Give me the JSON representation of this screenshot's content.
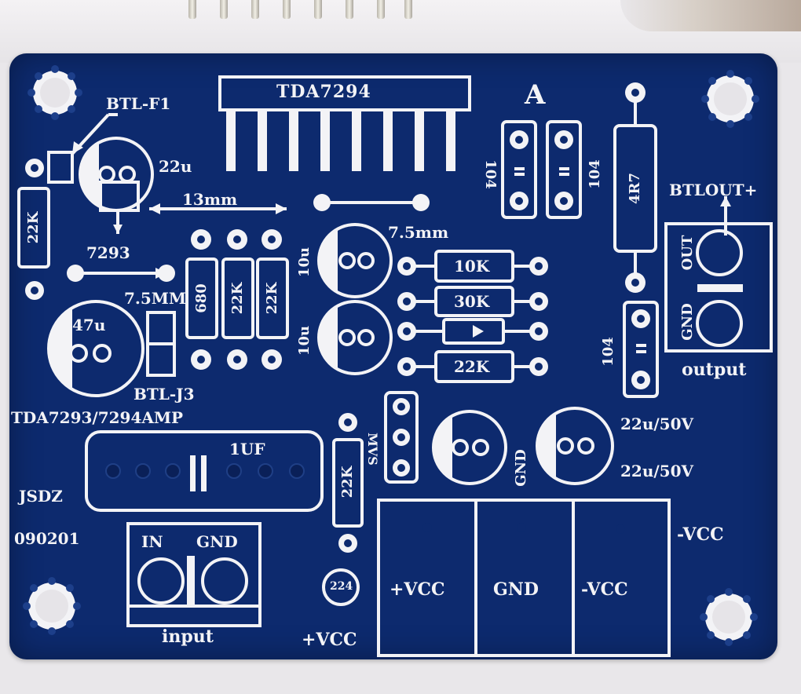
{
  "board": {
    "chip_label": "TDA7294",
    "board_letter": "A",
    "labels": {
      "btl_f1": "BTL-F1",
      "cap_22u": "22u",
      "dist_13mm": "13mm",
      "dist_75mm": "7.5mm",
      "chip_7293": "7293",
      "dist_75MM": "7.5MM",
      "cap_47u": "47u",
      "btl_j3": "BTL-J3",
      "amp_name": "TDA7293/7294AMP",
      "cap_1uf": "1UF",
      "maker": "JSDZ",
      "date": "090201",
      "input_in": "IN",
      "input_gnd": "GND",
      "input_caption": "input",
      "vcc_bottom": "+VCC",
      "res_680": "680",
      "res_22k_a": "22K",
      "res_22k_b": "22K",
      "res_22k_left": "22K",
      "cap_10u_a": "10u",
      "cap_10u_b": "10u",
      "res_10k": "10K",
      "res_30k": "30K",
      "res_22k_right": "22K",
      "cap_104_a": "104",
      "cap_104_b": "104",
      "cap_104_c": "104",
      "res_4r7": "4R7",
      "btlout": "BTLOUT+",
      "out_label": "OUT",
      "gnd_label": "GND",
      "output_caption": "output",
      "cap_22u50v_a": "22u/50V",
      "cap_22u50v_b": "22u/50V",
      "gnd_vertical": "GND",
      "mvs": "MVS",
      "res_22k_vertical": "22K",
      "vcc_neg_right": "-VCC",
      "term_vcc_pos": "+VCC",
      "term_gnd": "GND",
      "term_vcc_neg": "-VCC",
      "small_cap": "224"
    }
  }
}
